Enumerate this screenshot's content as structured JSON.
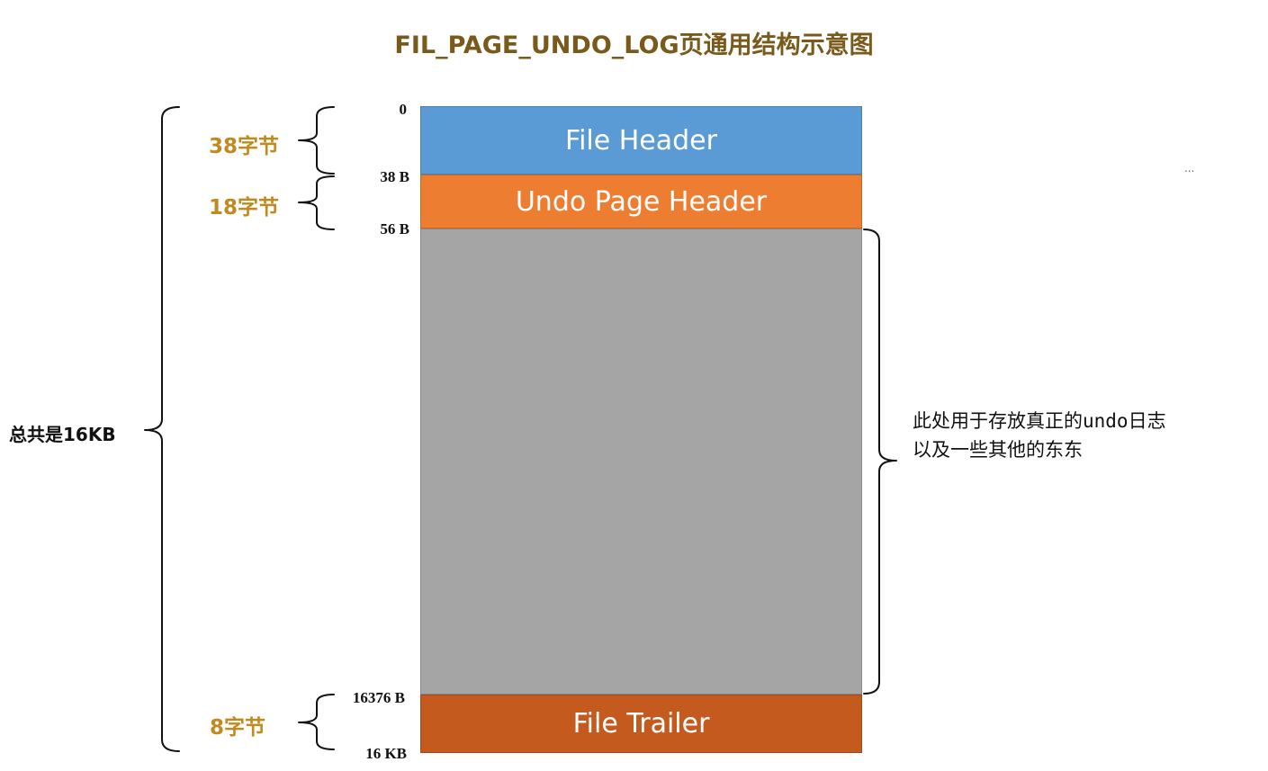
{
  "title": "FIL_PAGE_UNDO_LOG页通用结构示意图",
  "blocks": {
    "file_header": "File Header",
    "undo_page_header": "Undo Page Header",
    "body": "",
    "file_trailer": "File Trailer"
  },
  "offsets": {
    "o0": "0",
    "o38": "38 B",
    "o56": "56 B",
    "o16376": "16376 B",
    "o16k": "16 KB"
  },
  "size_labels": {
    "file_header": "38字节",
    "undo_page_header": "18字节",
    "file_trailer": "8字节"
  },
  "total_label": "总共是16KB",
  "note": {
    "line1": "此处用于存放真正的undo日志",
    "line2": "以及一些其他的东东"
  },
  "ellipsis": "...",
  "colors": {
    "title": "#7a5a1a",
    "size_label": "#c28a1e",
    "file_header": "#5b9bd5",
    "undo_page_header": "#ed7d31",
    "body": "#a5a5a5",
    "file_trailer": "#c55a1e"
  }
}
